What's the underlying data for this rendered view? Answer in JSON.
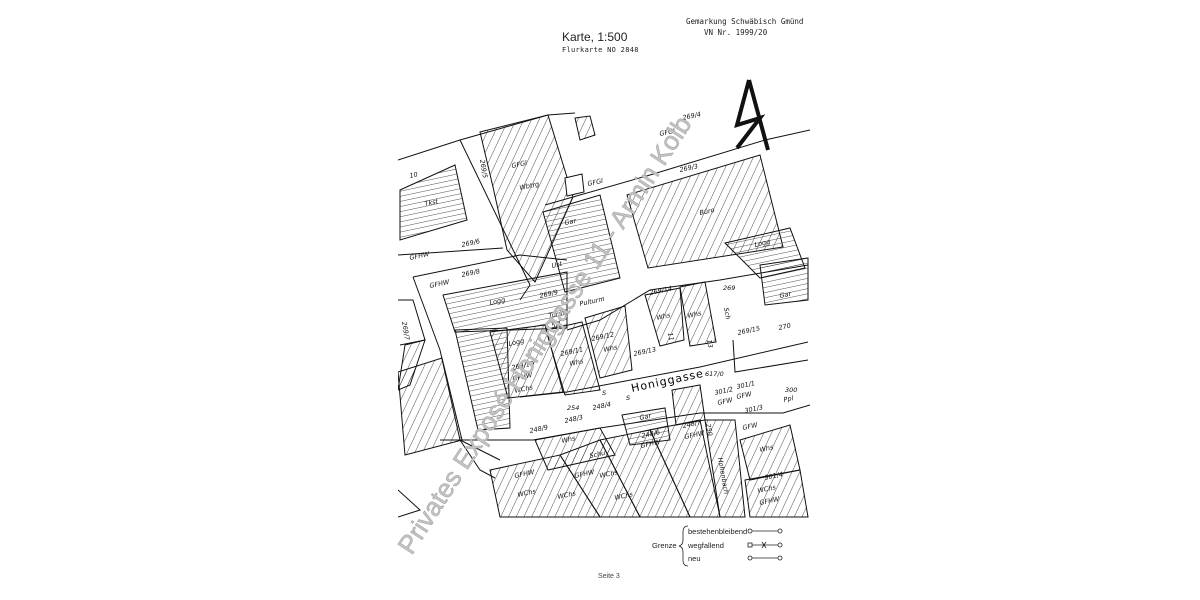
{
  "document": {
    "title": "Karte, 1:500",
    "subtitle": "Flurkarte NO 2848",
    "gemarkung": "Gemarkung Schwäbisch Gmünd",
    "vn_number": "VN Nr. 1999/20",
    "page_label": "Seite 3",
    "watermark": "Privates Exposé Honiggasse 11 - Armin Kolb"
  },
  "legend": {
    "group_label": "Grenze",
    "items": [
      {
        "label": "bestehenbleibend",
        "symbol": "line-open-circles"
      },
      {
        "label": "wegfallend",
        "symbol": "line-crossed"
      },
      {
        "label": "neu",
        "symbol": "line-open-circles"
      }
    ]
  },
  "map": {
    "street_name": "Honiggasse",
    "north_arrow": "north-arrow-icon",
    "labels": [
      "10",
      "Tkst",
      "269/5",
      "GFGl",
      "Wbtrg",
      "Gar",
      "GFGl",
      "269/3",
      "GFGl",
      "Büro",
      "Logg",
      "269/6",
      "GFHW",
      "269/8",
      "GFHW",
      "Ust",
      "Logg",
      "269/9",
      "Turm",
      "5/1",
      "Pulturm",
      "269/14",
      "269",
      "Whs",
      "Whs",
      "11",
      "13",
      "Sch",
      "269/15",
      "270",
      "Gar",
      "269/7",
      "Logg",
      "269/10",
      "GFHW",
      "WChs",
      "269/11",
      "Whs",
      "269/12",
      "Whs",
      "269/13",
      "S",
      "617/0",
      "254",
      "248/4",
      "248/3",
      "248/9",
      "Whs",
      "Gar",
      "248/6",
      "GFHW",
      "248/7",
      "GFHW",
      "250",
      "Hohenbach",
      "301/2",
      "GFW",
      "301/1",
      "GFW",
      "300",
      "Ppl",
      "301/3",
      "GFW",
      "Whs",
      "301/4",
      "WChs",
      "GFHW",
      "GFHW",
      "WChs",
      "GFHW",
      "WChs",
      "WChs",
      "WChs",
      "269/4",
      "Schu",
      "S"
    ]
  }
}
